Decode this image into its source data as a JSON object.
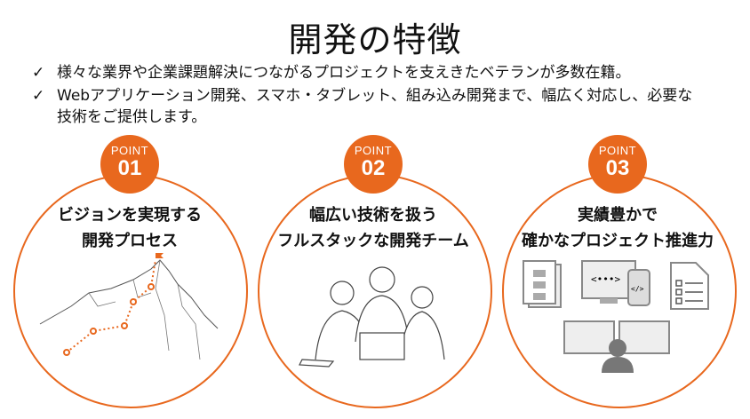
{
  "title": "開発の特徴",
  "bullets": [
    {
      "icon": "check-icon",
      "check": "✓",
      "text": "様々な業界や企業課題解決につながるプロジェクトを支えきたベテランが多数在籍。"
    },
    {
      "icon": "check-icon",
      "check": "✓",
      "text": "Webアプリケーション開発、スマホ・タブレット、組み込み開発まで、幅広く対応し、必要な",
      "text2": "技術をご提供します。"
    }
  ],
  "points": [
    {
      "label": "POINT",
      "num": "01",
      "line1": "ビジョンを実現する",
      "line2": "開発プロセス"
    },
    {
      "label": "POINT",
      "num": "02",
      "line1": "幅広い技術を扱う",
      "line2": "フルスタックな開発チーム"
    },
    {
      "label": "POINT",
      "num": "03",
      "line1": "実績豊かで",
      "line2": "確かなプロジェクト推進力"
    }
  ],
  "code_labels": {
    "monitor": "<•••>",
    "phone": "</>"
  },
  "colors": {
    "accent": "#e8681e",
    "gray": "#888888"
  }
}
